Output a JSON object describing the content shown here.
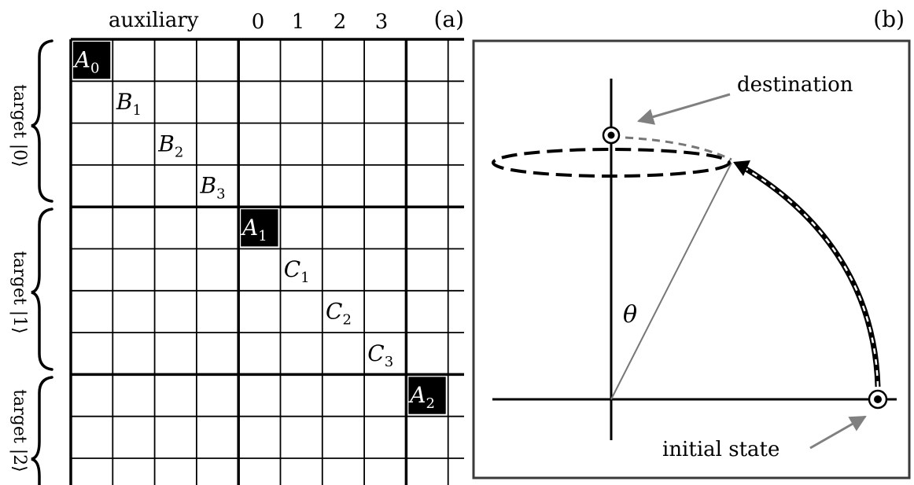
{
  "panel_a": {
    "panel_label": "(a)",
    "top_header": "auxiliary",
    "column_labels": [
      "0",
      "1",
      "2",
      "3"
    ],
    "row_group_labels": [
      "target |0⟩",
      "target |1⟩",
      "target |2⟩"
    ],
    "matrix_cells": [
      {
        "base": "A",
        "sub": "0",
        "row": 0,
        "col": 0,
        "highlighted": true
      },
      {
        "base": "B",
        "sub": "1",
        "row": 1,
        "col": 1,
        "highlighted": false
      },
      {
        "base": "B",
        "sub": "2",
        "row": 2,
        "col": 2,
        "highlighted": false
      },
      {
        "base": "B",
        "sub": "3",
        "row": 3,
        "col": 3,
        "highlighted": false
      },
      {
        "base": "A",
        "sub": "1",
        "row": 4,
        "col": 4,
        "highlighted": true
      },
      {
        "base": "C",
        "sub": "1",
        "row": 5,
        "col": 5,
        "highlighted": false
      },
      {
        "base": "C",
        "sub": "2",
        "row": 6,
        "col": 6,
        "highlighted": false
      },
      {
        "base": "C",
        "sub": "3",
        "row": 7,
        "col": 7,
        "highlighted": false
      },
      {
        "base": "A",
        "sub": "2",
        "row": 8,
        "col": 8,
        "highlighted": true
      }
    ],
    "cell_fill_color": "#000000",
    "cell_text_color": "#ffffff"
  },
  "panel_b": {
    "panel_label": "(b)",
    "angle_label": "θ",
    "destination_label": "destination",
    "initial_label": "initial state",
    "arrow_color": "#808080"
  }
}
